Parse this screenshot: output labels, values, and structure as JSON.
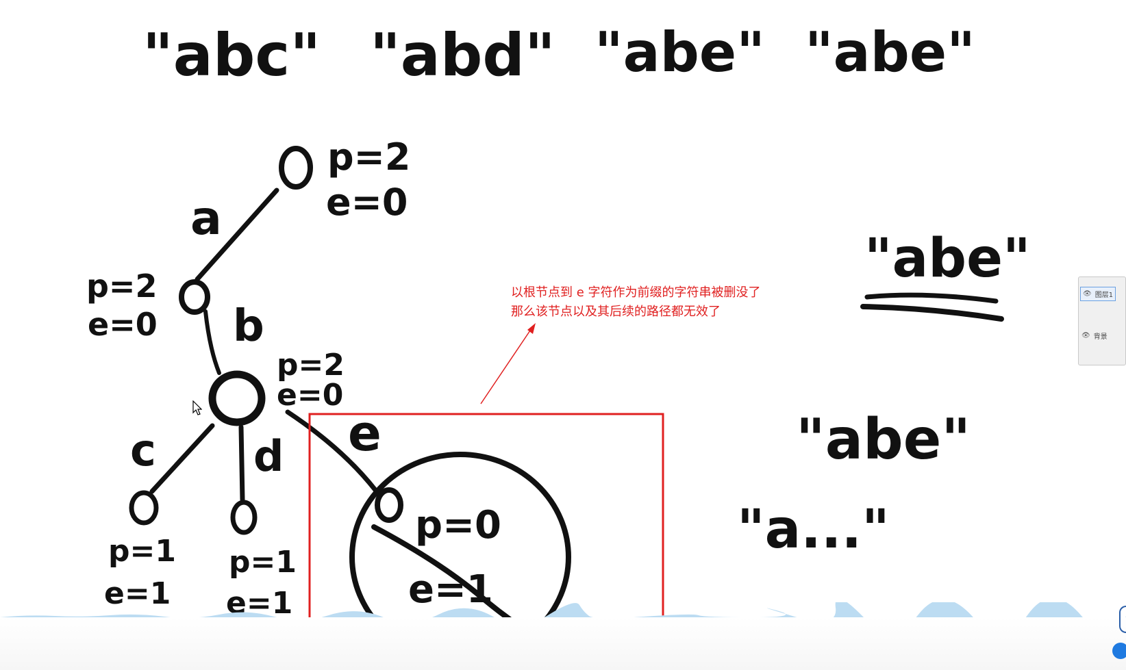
{
  "title_words": [
    "\"abc\"",
    "\"abd\"",
    "\"abe\"",
    "\"abe\""
  ],
  "root": {
    "p": "p=2",
    "e": "e=0"
  },
  "edge_a": "a",
  "node_a": {
    "p": "p=2",
    "e": "e=0"
  },
  "edge_b": "b",
  "node_b": {
    "p": "p=2",
    "e": "e=0"
  },
  "edge_c": "c",
  "edge_d": "d",
  "edge_e": "e",
  "leaf_c": {
    "p": "p=1",
    "e": "e=1"
  },
  "leaf_d": {
    "p": "p=1",
    "e": "e=1"
  },
  "leaf_e": {
    "p": "p=0",
    "e": "e=1"
  },
  "annotation": {
    "line1": "以根节点到 e 字符作为前缀的字符串被删没了",
    "line2": "那么该节点以及其后续的路径都无效了"
  },
  "right_words": {
    "deleted": "\"abe\"",
    "second": "\"abe\"",
    "third": "\"a...\""
  },
  "layers_panel": {
    "layer1": "图层1",
    "background": "背景"
  },
  "colors": {
    "ink": "#111111",
    "annotation": "#e02020",
    "highlight_box": "#e02020",
    "wave": "#bcdcf2"
  },
  "icons": [
    "eye-icon",
    "mouse-cursor-icon"
  ]
}
